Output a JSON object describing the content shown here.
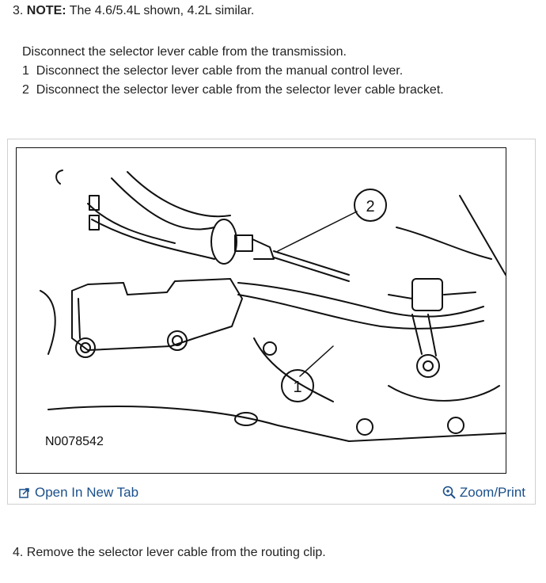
{
  "step3": {
    "number": "3.",
    "note_label": "NOTE:",
    "note_text": "The 4.6/5.4L shown, 4.2L similar."
  },
  "intro": {
    "main": "Disconnect the selector lever cable from the transmission.",
    "sub1_number": "1",
    "sub1_text": "Disconnect the selector lever cable from the manual control lever.",
    "sub2_number": "2",
    "sub2_text": "Disconnect the selector lever cable from the selector lever cable bracket."
  },
  "figure": {
    "id": "N0078542",
    "callout1": "1",
    "callout2": "2",
    "open_tab_label": "Open In New Tab",
    "zoom_label": "Zoom/Print",
    "link_color": "#1a4f8b"
  },
  "step4": {
    "text": "4. Remove the selector lever cable from the routing clip."
  }
}
